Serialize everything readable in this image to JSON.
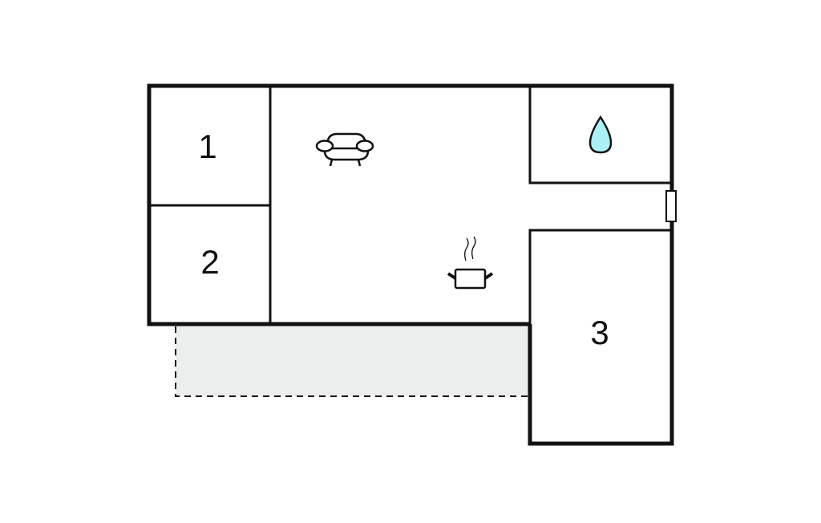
{
  "floorplan": {
    "rooms": [
      {
        "label": "1",
        "type": "bedroom"
      },
      {
        "label": "2",
        "type": "bedroom"
      },
      {
        "label": "3",
        "type": "bedroom"
      }
    ],
    "icons": [
      "sofa-icon",
      "cooking-pot-icon",
      "water-drop-icon"
    ],
    "colors": {
      "wall": "#000000",
      "terrace": "#eceeed",
      "water": "#aaf0f5"
    }
  }
}
